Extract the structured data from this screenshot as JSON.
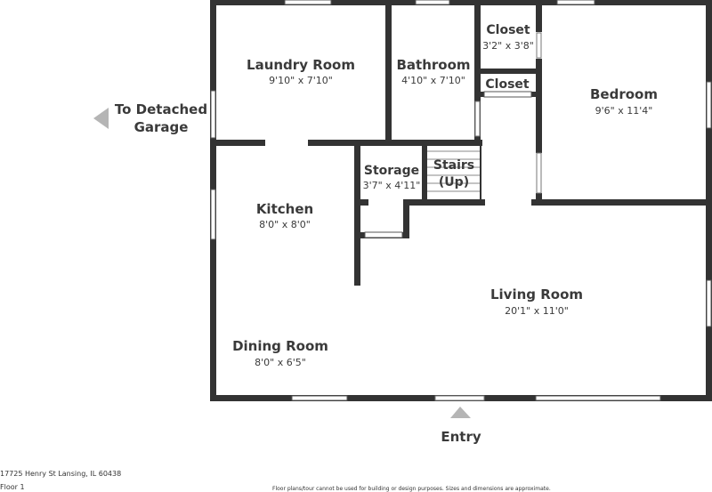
{
  "rooms": {
    "laundry": {
      "name": "Laundry Room",
      "dims": "9'10\" x 7'10\""
    },
    "bathroom": {
      "name": "Bathroom",
      "dims": "4'10\" x 7'10\""
    },
    "closet1": {
      "name": "Closet",
      "dims": "3'2\" x 3'8\""
    },
    "closet2": {
      "name": "Closet"
    },
    "bedroom": {
      "name": "Bedroom",
      "dims": "9'6\" x 11'4\""
    },
    "storage": {
      "name": "Storage",
      "dims": "3'7\" x 4'11\""
    },
    "stairs": {
      "name": "Stairs",
      "sub": "(Up)"
    },
    "kitchen": {
      "name": "Kitchen",
      "dims": "8'0\" x 8'0\""
    },
    "living": {
      "name": "Living Room",
      "dims": "20'1\" x 11'0\""
    },
    "dining": {
      "name": "Dining Room",
      "dims": "8'0\" x 6'5\""
    }
  },
  "labels": {
    "garage_line1": "To Detached",
    "garage_line2": "Garage",
    "entry": "Entry"
  },
  "footer": {
    "address": "17725 Henry St Lansing, IL 60438",
    "floor": "Floor 1",
    "disclaimer": "Floor plans/tour cannot be used for building or design purposes. Sizes and dimensions are approximate."
  },
  "colors": {
    "wall": "#333333",
    "arrow": "#b5b5b5"
  }
}
